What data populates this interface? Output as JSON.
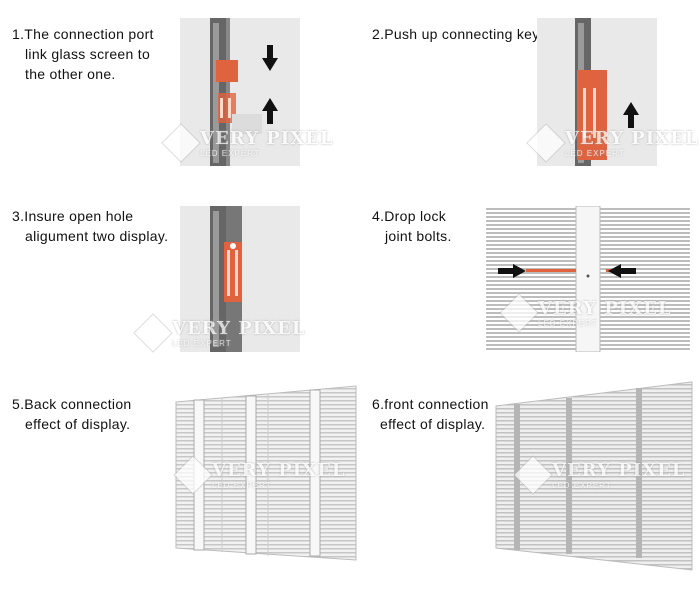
{
  "steps": [
    {
      "lines": [
        "1.The connection port",
        "link glass screen to",
        "the other one."
      ]
    },
    {
      "lines": [
        "2.Push up connecting key."
      ]
    },
    {
      "lines": [
        "3.Insure open hole",
        "aligument two display."
      ]
    },
    {
      "lines": [
        "4.Drop lock",
        "joint bolts."
      ]
    },
    {
      "lines": [
        "5.Back connection",
        "effect of display."
      ]
    },
    {
      "lines": [
        "6.front connection",
        "effect of display."
      ]
    }
  ],
  "watermark": {
    "brand": "VERY PIXEL",
    "sub": "LED EXPERT"
  },
  "colors": {
    "accent": "#e0633f",
    "rail": "#666666",
    "panel_bg": "#e9e9e9"
  }
}
